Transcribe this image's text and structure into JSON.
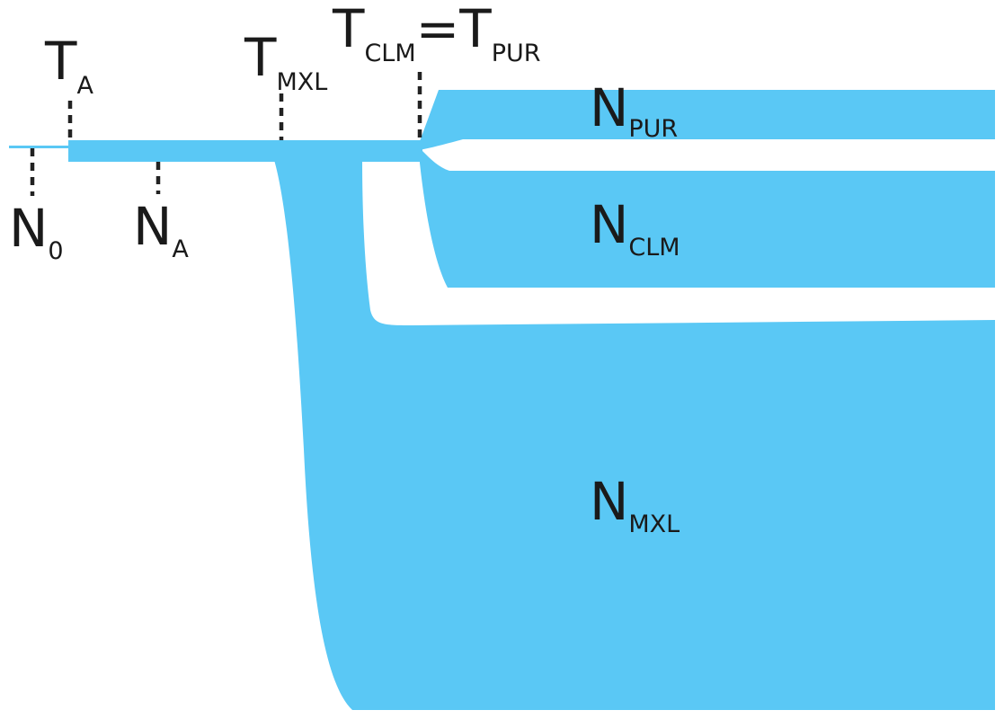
{
  "diagram": {
    "fill_color": "#5ac8f5",
    "text_color": "#1a1a1a",
    "time_labels": [
      {
        "id": "t-a",
        "main": "T",
        "sub": "A"
      },
      {
        "id": "t-mxl",
        "main": "T",
        "sub": "MXL"
      },
      {
        "id": "t-clm-pur",
        "main": "T",
        "sub": "CLM",
        "eq": "=",
        "main2": "T",
        "sub2": "PUR"
      }
    ],
    "size_labels": [
      {
        "id": "n-0",
        "main": "N",
        "sub": "0"
      },
      {
        "id": "n-a",
        "main": "N",
        "sub": "A"
      },
      {
        "id": "n-pur",
        "main": "N",
        "sub": "PUR"
      },
      {
        "id": "n-clm",
        "main": "N",
        "sub": "CLM"
      },
      {
        "id": "n-mxl",
        "main": "N",
        "sub": "MXL"
      }
    ]
  }
}
